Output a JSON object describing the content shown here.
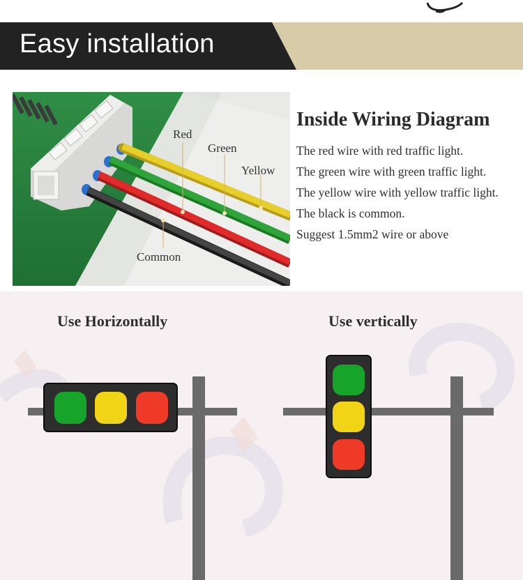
{
  "banner": {
    "title": "Easy installation"
  },
  "photo": {
    "labels": {
      "red": "Red",
      "green": "Green",
      "yellow": "Yellow",
      "common": "Common"
    }
  },
  "wiring": {
    "title": "Inside Wiring Diagram",
    "lines": [
      "The red wire with red traffic light.",
      "The green wire with green traffic light.",
      "The yellow wire with yellow traffic light.",
      "The black is common.",
      "Suggest 1.5mm2 wire or above"
    ]
  },
  "usage": {
    "horizontal": {
      "label": "Use Horizontally"
    },
    "vertical": {
      "label": "Use vertically"
    }
  },
  "colors": {
    "green": "#16a52a",
    "yellow": "#f2d416",
    "red": "#ee3a27",
    "housing": "#2d2d2d",
    "pole": "#6a6a6a",
    "banner_dark": "#222222",
    "banner_tan": "#d7cba8"
  }
}
